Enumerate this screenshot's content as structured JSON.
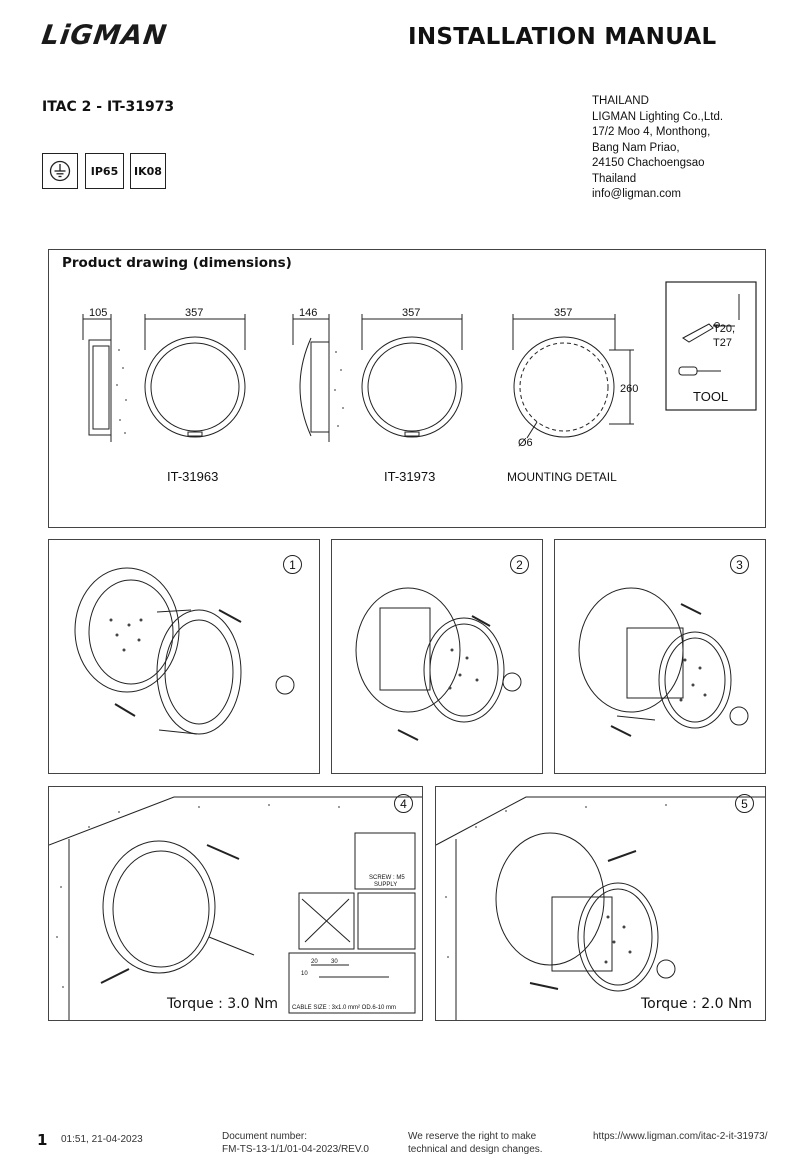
{
  "header": {
    "logo": "LiGMAN",
    "title": "INSTALLATION MANUAL"
  },
  "product": {
    "code": "ITAC 2 - IT-31973",
    "badges": [
      "IP65",
      "IK08"
    ],
    "ground_icon": "ground-symbol-icon"
  },
  "address": {
    "lines": [
      "THAILAND",
      "LIGMAN Lighting Co.,Ltd.",
      "17/2 Moo 4, Monthong,",
      "Bang Nam Priao,",
      "24150 Chachoengsao",
      "Thailand",
      "info@ligman.com"
    ]
  },
  "drawing": {
    "title": "Product drawing (dimensions)",
    "models": [
      {
        "name": "IT-31963",
        "side_dim": "105",
        "front_dim": "357"
      },
      {
        "name": "IT-31973",
        "side_dim": "146",
        "front_dim": "357"
      }
    ],
    "mounting": {
      "label": "MOUNTING DETAIL",
      "width": "357",
      "height": "260",
      "hole": "Ø6"
    },
    "tool": {
      "label": "TOOL",
      "sizes": [
        "T20,",
        "T27"
      ]
    }
  },
  "steps": [
    {
      "number": "1"
    },
    {
      "number": "2"
    },
    {
      "number": "3"
    },
    {
      "number": "4",
      "torque": "Torque : 3.0 Nm",
      "screw": [
        "SCREW : M5",
        "SUPPLY"
      ],
      "cable": {
        "dims": [
          "20",
          "30",
          "10"
        ],
        "size": "CABLE SIZE : 3x1.0 mm²  OD.6-10 mm"
      }
    },
    {
      "number": "5",
      "torque": "Torque : 2.0 Nm"
    }
  ],
  "footer": {
    "page": "1",
    "datetime": "01:51, 21-04-2023",
    "doc_label": "Document number:",
    "doc_number": "FM-TS-13-1/1/01-04-2023/REV.0",
    "notice_1": "We reserve the right to make",
    "notice_2": "technical and design changes.",
    "url": "https://www.ligman.com/itac-2-it-31973/"
  },
  "colors": {
    "line": "#222222",
    "panel_border": "#444444"
  }
}
